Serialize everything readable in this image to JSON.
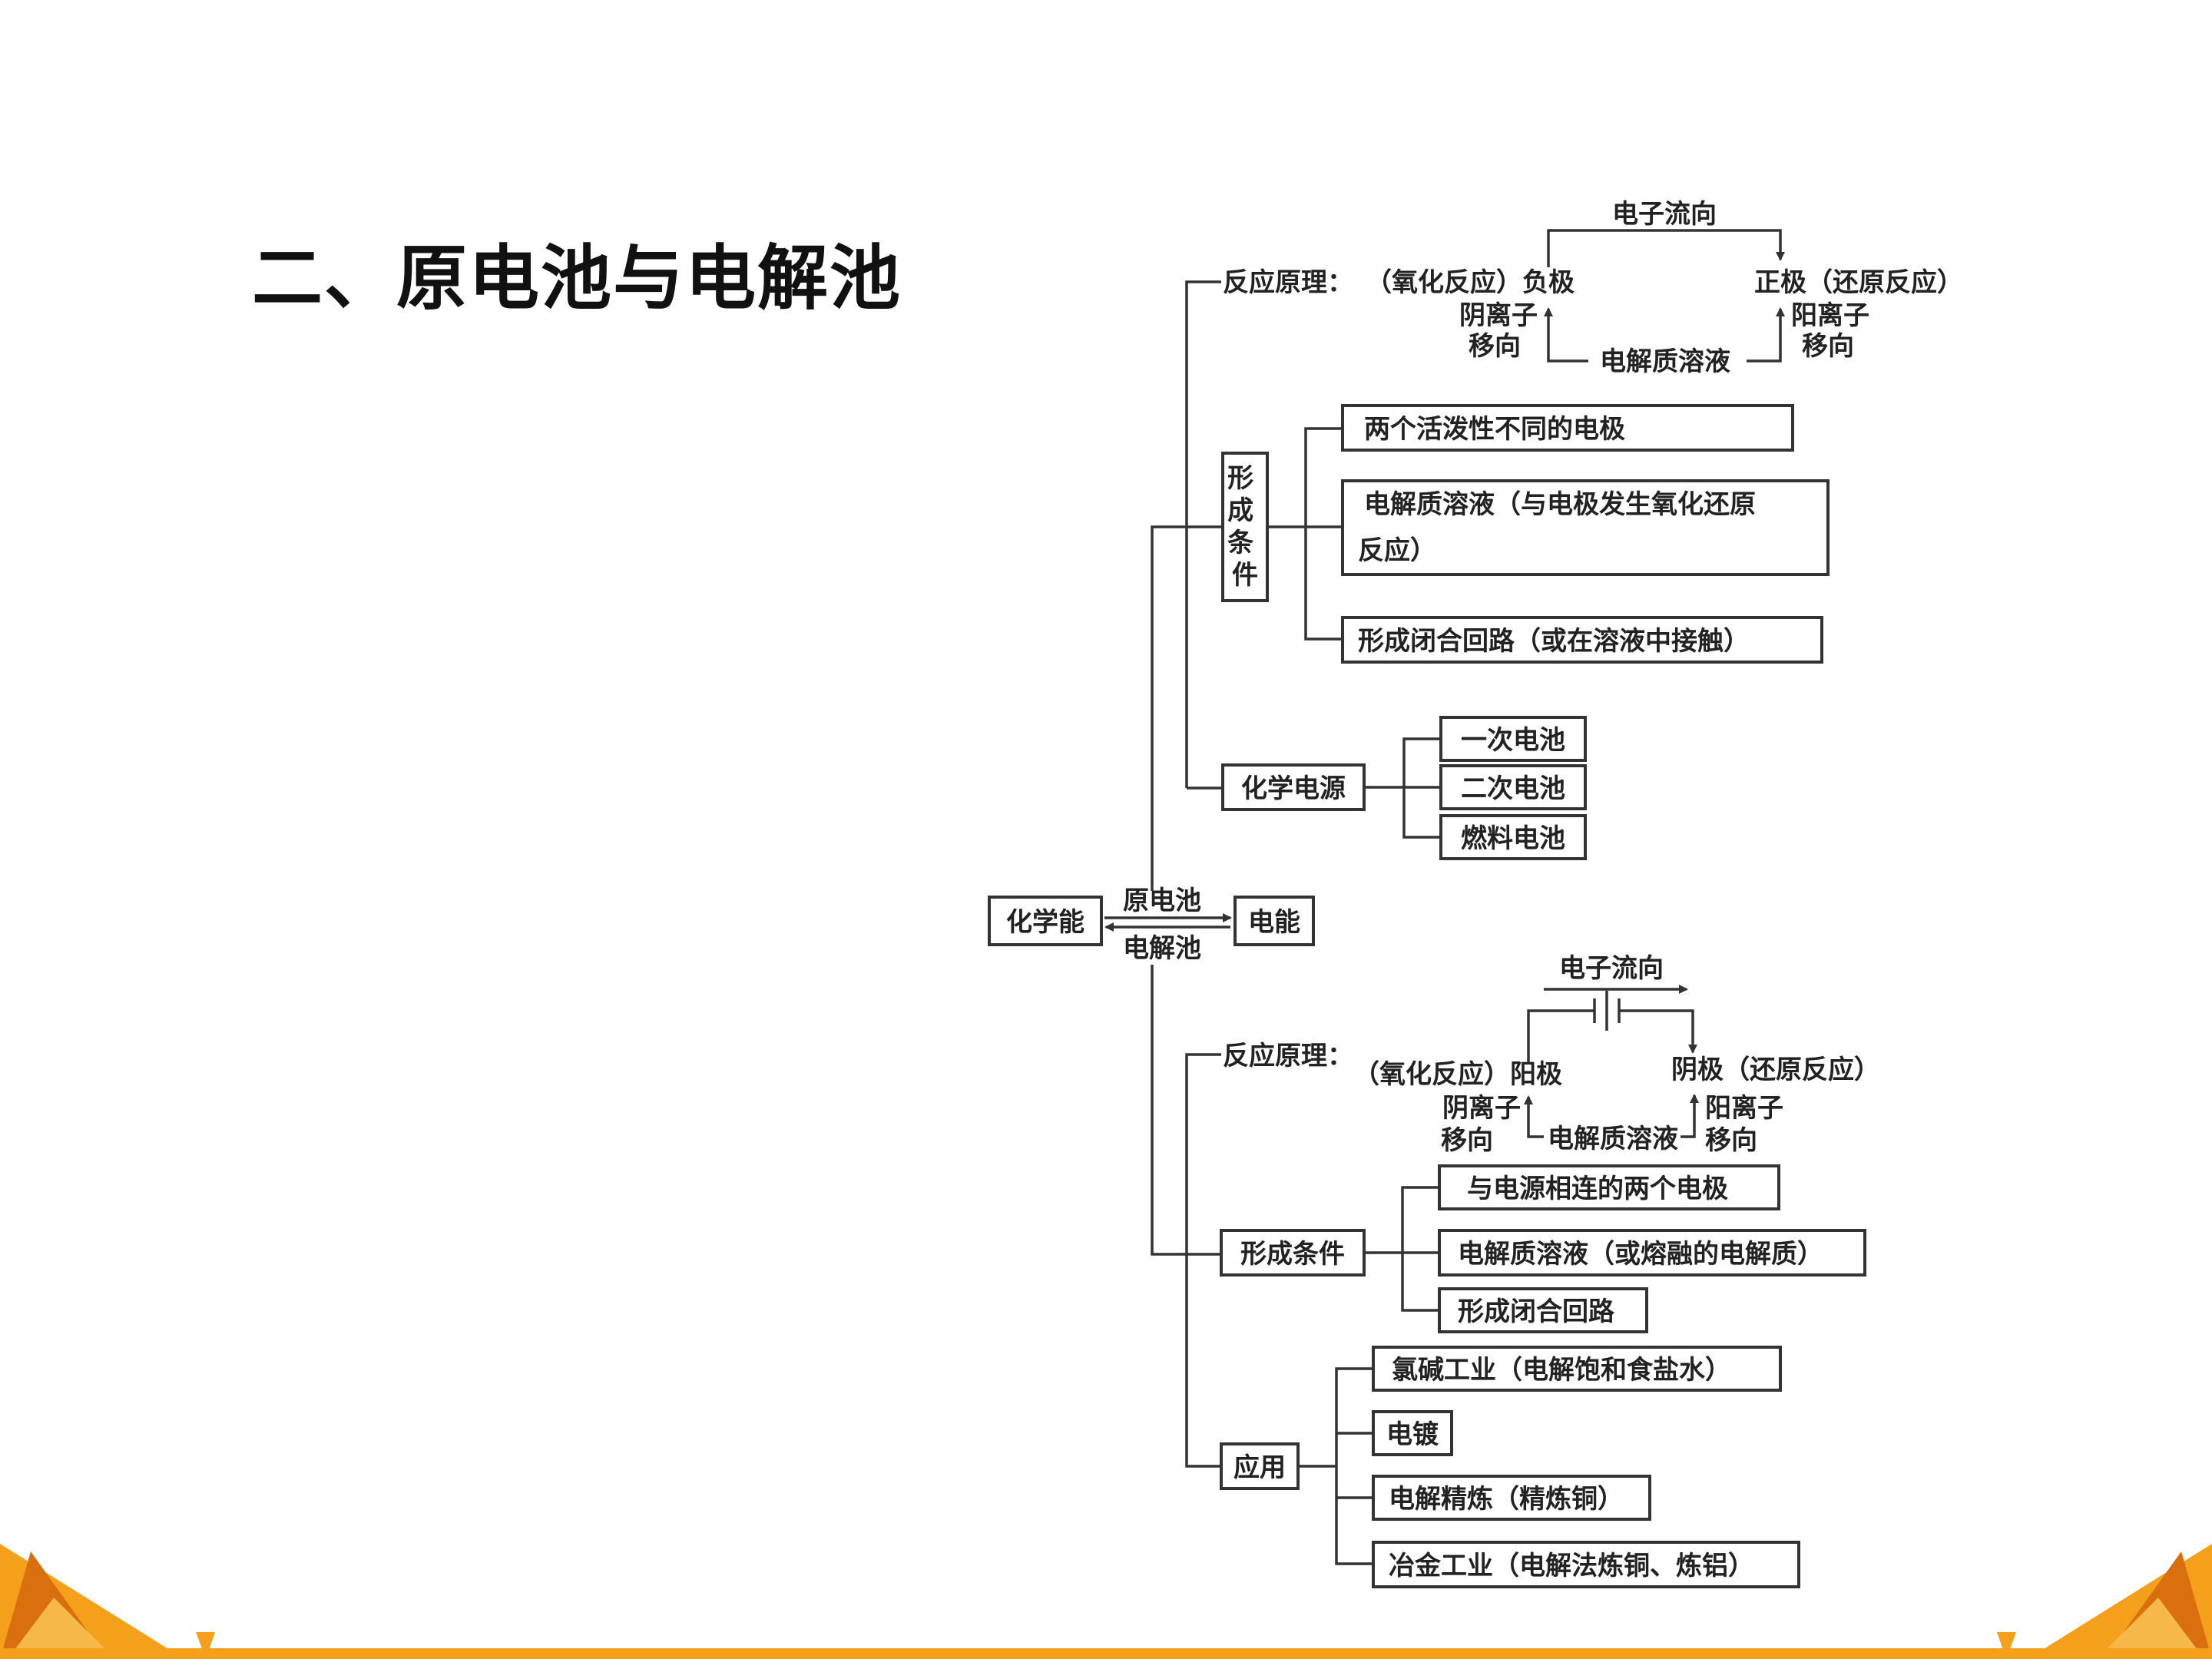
{
  "title": "二、原电池与电解池",
  "colors": {
    "accent_orange": "#f5a01a",
    "dark_orange": "#d96f0f",
    "line": "#333333",
    "text": "#222222"
  },
  "center": {
    "left": "化学能",
    "right": "电能",
    "top_arrow": "原电池",
    "bottom_arrow": "电解池"
  },
  "galvanic": {
    "principle": {
      "label": "反应原理：",
      "left_pole": "（氧化反应）负极",
      "right_pole": "正极（还原反应）",
      "electron_flow": "电子流向",
      "anion_line1": "阴离子",
      "anion_line2": "移向",
      "cation_line1": "阳离子",
      "cation_line2": "移向",
      "electrolyte": "电解质溶液"
    },
    "conditions": {
      "label": "形成条件",
      "items": [
        "两个活泼性不同的电极",
        "电解质溶液（与电极发生氧化还原",
        "反应）",
        "形成闭合回路（或在溶液中接触）"
      ]
    },
    "power": {
      "label": "化学电源",
      "items": [
        "一次电池",
        "二次电池",
        "燃料电池"
      ]
    }
  },
  "electrolytic": {
    "principle": {
      "label": "反应原理：",
      "left_pole": "（氧化反应）阳极",
      "right_pole": "阴极（还原反应）",
      "electron_flow": "电子流向",
      "anion_line1": "阴离子",
      "anion_line2": "移向",
      "cation_line1": "阳离子",
      "cation_line2": "移向",
      "electrolyte": "电解质溶液"
    },
    "conditions": {
      "label": "形成条件",
      "items": [
        "与电源相连的两个电极",
        "电解质溶液（或熔融的电解质）",
        "形成闭合回路"
      ]
    },
    "applications": {
      "label": "应用",
      "items": [
        "氯碱工业（电解饱和食盐水）",
        "电镀",
        "电解精炼（精炼铜）",
        "冶金工业（电解法炼铜、炼铝）"
      ]
    }
  }
}
